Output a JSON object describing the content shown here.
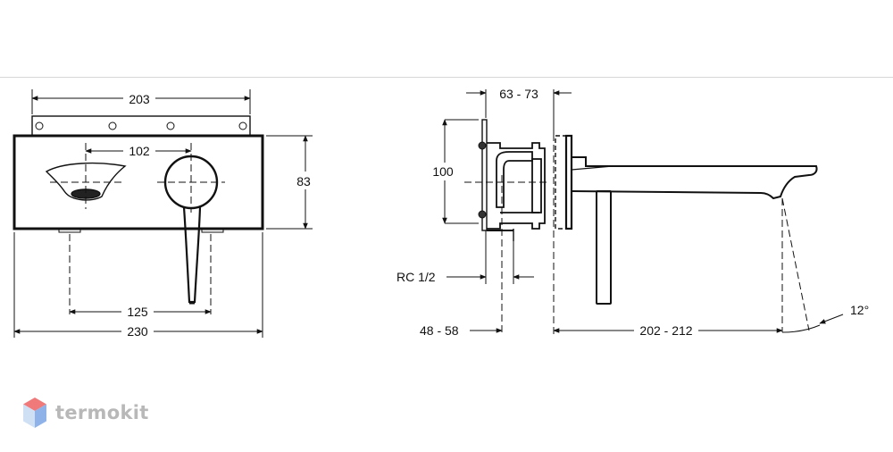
{
  "front_view": {
    "dim_top_width": "203",
    "dim_centers": "102",
    "dim_height": "83",
    "dim_spout": "125",
    "dim_total_width": "230"
  },
  "side_view": {
    "dim_depth": "63 - 73",
    "dim_height": "100",
    "dim_thread": "RC 1/2",
    "dim_wall": "48 - 58",
    "dim_reach": "202 - 212",
    "dim_angle": "12°"
  },
  "logo": {
    "text": "termokit",
    "colors": {
      "top": "#f07a7a",
      "left": "#cfe0f5",
      "right": "#8fb2e8"
    }
  }
}
